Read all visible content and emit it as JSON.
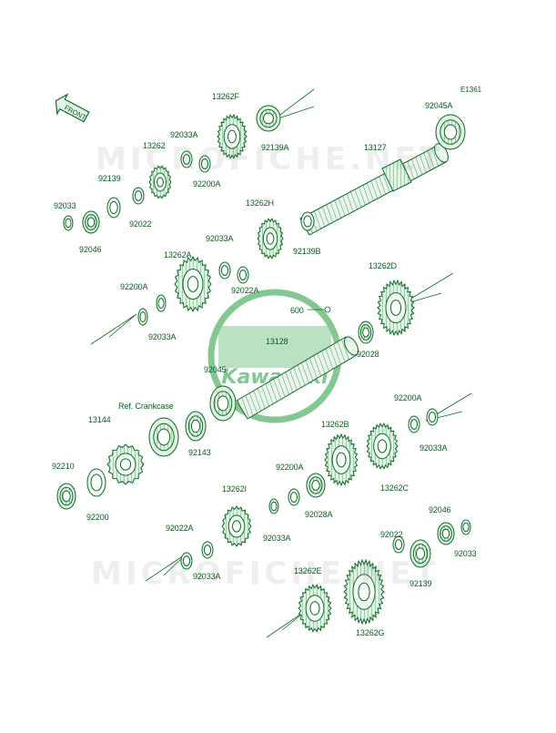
{
  "diagram": {
    "code": "E1361",
    "front_label": "FRONT",
    "brand_logo": "Kawasaki",
    "watermark": "MICROFICHE.NET",
    "colors": {
      "line": "#0a6b24",
      "fill": "#eef7ef",
      "label": "#0a5c1f",
      "logo": "#1f9a3a"
    }
  },
  "parts": [
    {
      "id": "p01",
      "label": "13262F"
    },
    {
      "id": "p02",
      "label": "92033A"
    },
    {
      "id": "p03",
      "label": "13262"
    },
    {
      "id": "p04",
      "label": "92200A"
    },
    {
      "id": "p05",
      "label": "92139A"
    },
    {
      "id": "p06",
      "label": "92045A"
    },
    {
      "id": "p07",
      "label": "13127"
    },
    {
      "id": "p08",
      "label": "92139"
    },
    {
      "id": "p09",
      "label": "92033"
    },
    {
      "id": "p10",
      "label": "92022"
    },
    {
      "id": "p11",
      "label": "92046"
    },
    {
      "id": "p12",
      "label": "13262H"
    },
    {
      "id": "p13",
      "label": "92139B"
    },
    {
      "id": "p14",
      "label": "92033A"
    },
    {
      "id": "p15",
      "label": "13262A"
    },
    {
      "id": "p16",
      "label": "92022A"
    },
    {
      "id": "p17",
      "label": "92200A"
    },
    {
      "id": "p18",
      "label": "92033A"
    },
    {
      "id": "p19",
      "label": "13262D"
    },
    {
      "id": "p20",
      "label": "600"
    },
    {
      "id": "p21",
      "label": "13128"
    },
    {
      "id": "p22",
      "label": "92028"
    },
    {
      "id": "p23",
      "label": "92045"
    },
    {
      "id": "p24",
      "label": "Ref. Crankcase"
    },
    {
      "id": "p25",
      "label": "92200A"
    },
    {
      "id": "p26",
      "label": "13144"
    },
    {
      "id": "p27",
      "label": "92143"
    },
    {
      "id": "p28",
      "label": "13262B"
    },
    {
      "id": "p29",
      "label": "92033A"
    },
    {
      "id": "p30",
      "label": "92210"
    },
    {
      "id": "p31",
      "label": "13262C"
    },
    {
      "id": "p32",
      "label": "92200"
    },
    {
      "id": "p33",
      "label": "92200A"
    },
    {
      "id": "p34",
      "label": "13262I"
    },
    {
      "id": "p35",
      "label": "92028A"
    },
    {
      "id": "p36",
      "label": "92033A"
    },
    {
      "id": "p37",
      "label": "92046"
    },
    {
      "id": "p38",
      "label": "92022A"
    },
    {
      "id": "p39",
      "label": "92022"
    },
    {
      "id": "p40",
      "label": "92033"
    },
    {
      "id": "p41",
      "label": "92033A"
    },
    {
      "id": "p42",
      "label": "92139"
    },
    {
      "id": "p43",
      "label": "13262E"
    },
    {
      "id": "p44",
      "label": "13262G"
    }
  ]
}
